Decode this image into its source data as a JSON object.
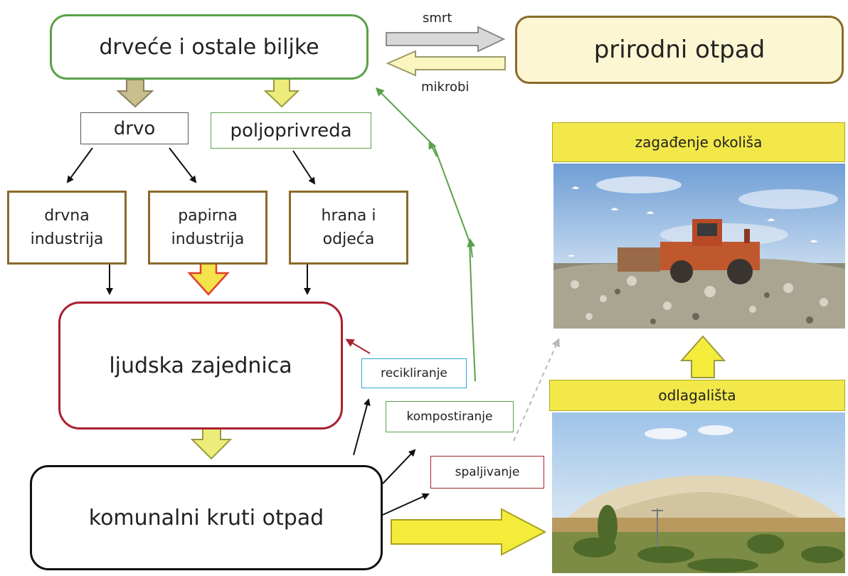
{
  "nodes": {
    "plants": "drveće i ostale biljke",
    "natural_waste": "prirodni otpad",
    "wood": "drvo",
    "agriculture": "poljoprivreda",
    "wood_industry": "drvna\nindustrija",
    "paper_industry": "papirna\nindustrija",
    "food_clothing": "hrana i\nodjeća",
    "community": "ljudska zajednica",
    "solid_waste": "komunalni kruti otpad",
    "recycling": "recikliranje",
    "composting": "kompostiranje",
    "incineration": "spaljivanje",
    "pollution": "zagađenje okoliša",
    "landfills": "odlagališta"
  },
  "edge_labels": {
    "death": "smrt",
    "microbes": "mikrobi"
  },
  "colors": {
    "green_border": "#5aa14a",
    "brown_border": "#8a6a2a",
    "red_border": "#a8202e",
    "yellow_fill": "#f2e84a",
    "cream_fill": "#fdf6d2",
    "blue_border": "#2aa6d8"
  }
}
